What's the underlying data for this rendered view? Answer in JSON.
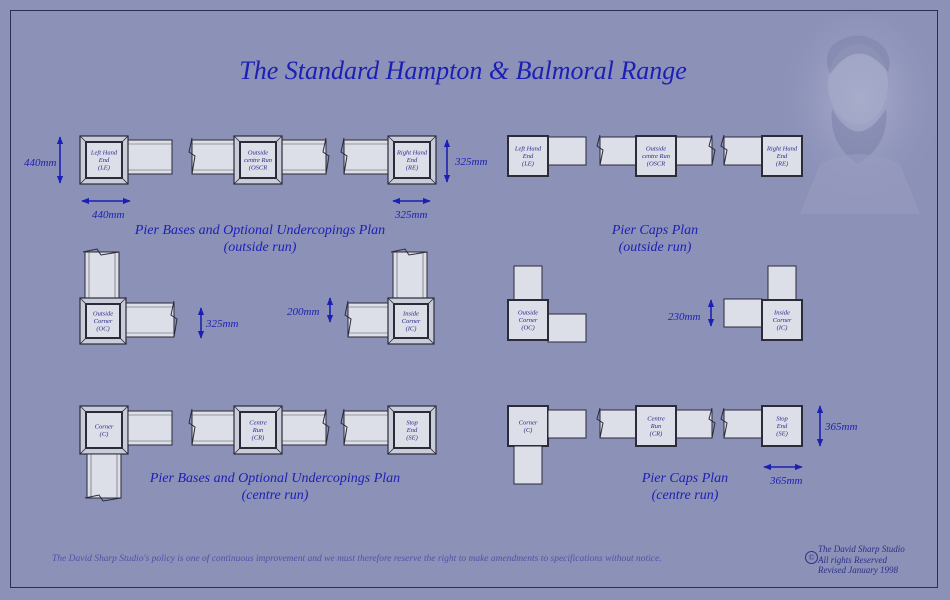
{
  "title": "The Standard Hampton & Balmoral Range",
  "sections": {
    "bases_outside": {
      "line1": "Pier Bases and Optional Undercopings Plan",
      "line2": "(outside run)"
    },
    "caps_outside": {
      "line1": "Pier Caps Plan",
      "line2": "(outside run)"
    },
    "bases_centre": {
      "line1": "Pier Bases and Optional Undercopings Plan",
      "line2": "(centre run)"
    },
    "caps_centre": {
      "line1": "Pier Caps Plan",
      "line2": "(centre run)"
    }
  },
  "dimensions": {
    "d440_left": "440mm",
    "d440_bottom": "440mm",
    "d325_right": "325mm",
    "d325_bottom": "325mm",
    "d325_corner": "325mm",
    "d200": "200mm",
    "d230": "230mm",
    "d365_right": "365mm",
    "d365_bottom": "365mm"
  },
  "pier_labels": {
    "le": [
      "Left Hand",
      "End",
      "(LE)"
    ],
    "oscr": [
      "Outside",
      "centre Run",
      "(OSCR"
    ],
    "re": [
      "Right Hand",
      "End",
      "(RE)"
    ],
    "oc": [
      "Outside",
      "Corner",
      "(OC)"
    ],
    "ic": [
      "Inside",
      "Corner",
      "(IC)"
    ],
    "c": [
      "Corner",
      "(C)"
    ],
    "cr": [
      "Centre",
      "Run",
      "(CR)"
    ],
    "se": [
      "Stop",
      "End",
      "(SE)"
    ]
  },
  "footer": "The David Sharp Studio's policy is one of  continuous improvement and we must therefore reserve the right to make amendments to specifications without notice.",
  "studio": {
    "name": "The David Sharp Studio",
    "rights": "All rights Reserved",
    "revised": "Revised January 1998",
    "logo": "©"
  },
  "colors": {
    "background": "#8c91b8",
    "text": "#1c1fb4",
    "fill": "#dcdee8",
    "stroke": "#2b2b3a"
  }
}
